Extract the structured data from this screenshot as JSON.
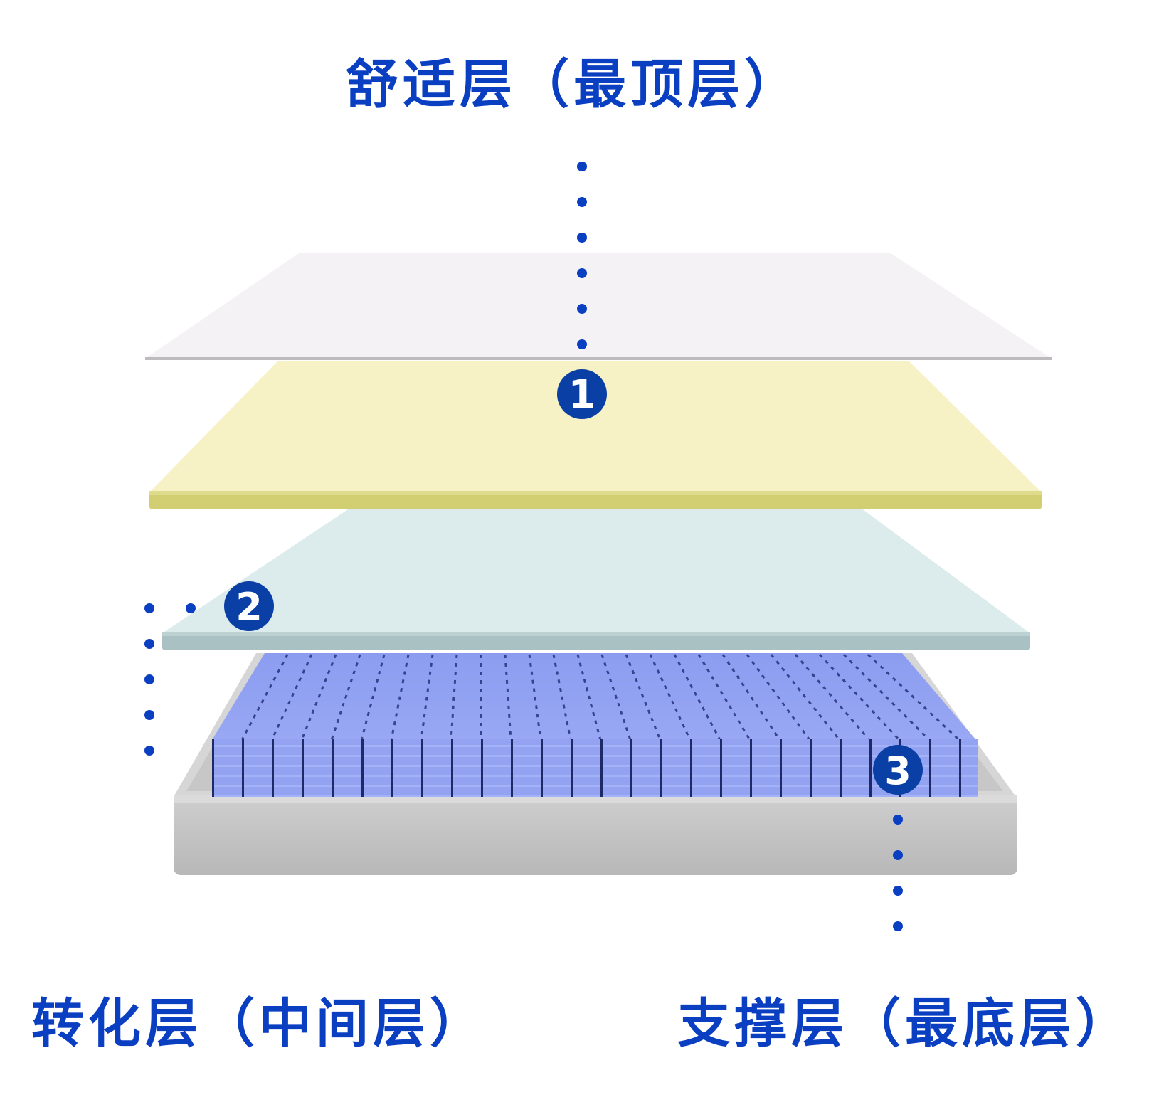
{
  "diagram": {
    "type": "exploded-layer-diagram",
    "subject": "mattress layers",
    "accent_color": "#0a3fc2",
    "labels": {
      "top": "舒适层（最顶层）",
      "middle": "转化层（中间层）",
      "bottom": "支撑层（最底层）"
    },
    "badges": [
      {
        "number": "1",
        "layer": "舒适层（最顶层）"
      },
      {
        "number": "2",
        "layer": "转化层（中间层）"
      },
      {
        "number": "3",
        "layer": "支撑层（最底层）"
      }
    ],
    "layers": [
      {
        "name": "top-cover",
        "color": "#f4f2f4"
      },
      {
        "name": "comfort-foam",
        "color": "#f6f2c4",
        "edge_color": "#d3d070"
      },
      {
        "name": "transition-foam",
        "color": "#dceceb",
        "edge_color": "#a9c0c0"
      },
      {
        "name": "pocket-springs",
        "color": "#8e9ef0",
        "seam_color": "#1c2a6a"
      },
      {
        "name": "base-frame",
        "color": "#c9c8c9",
        "edge_color": "#b7b6b7"
      }
    ]
  }
}
